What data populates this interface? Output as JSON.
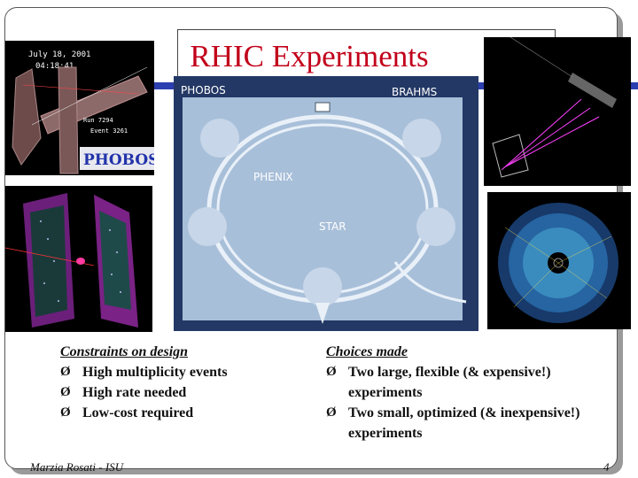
{
  "slide": {
    "title": "RHIC Experiments",
    "page_number": "4",
    "footer": "Marzia Rosati -  ISU"
  },
  "images": {
    "phobos_display": {
      "date": "July 18, 2001",
      "time": "04:18:41",
      "run": "Run 7294",
      "event": "Event 3261",
      "logo": "PHOBOS"
    },
    "ring_map": {
      "labels": [
        "PHOBOS",
        "BRAHMS",
        "PHENIX",
        "STAR"
      ]
    }
  },
  "left_column": {
    "heading": "Constraints on design",
    "items": [
      "High multiplicity events",
      "High rate needed",
      "Low-cost required"
    ]
  },
  "right_column": {
    "heading": "Choices made",
    "items": [
      "Two large, flexible  (& expensive!) experiments",
      "Two small, optimized (& inexpensive!) experiments"
    ]
  },
  "bullet_glyph": "Ø"
}
